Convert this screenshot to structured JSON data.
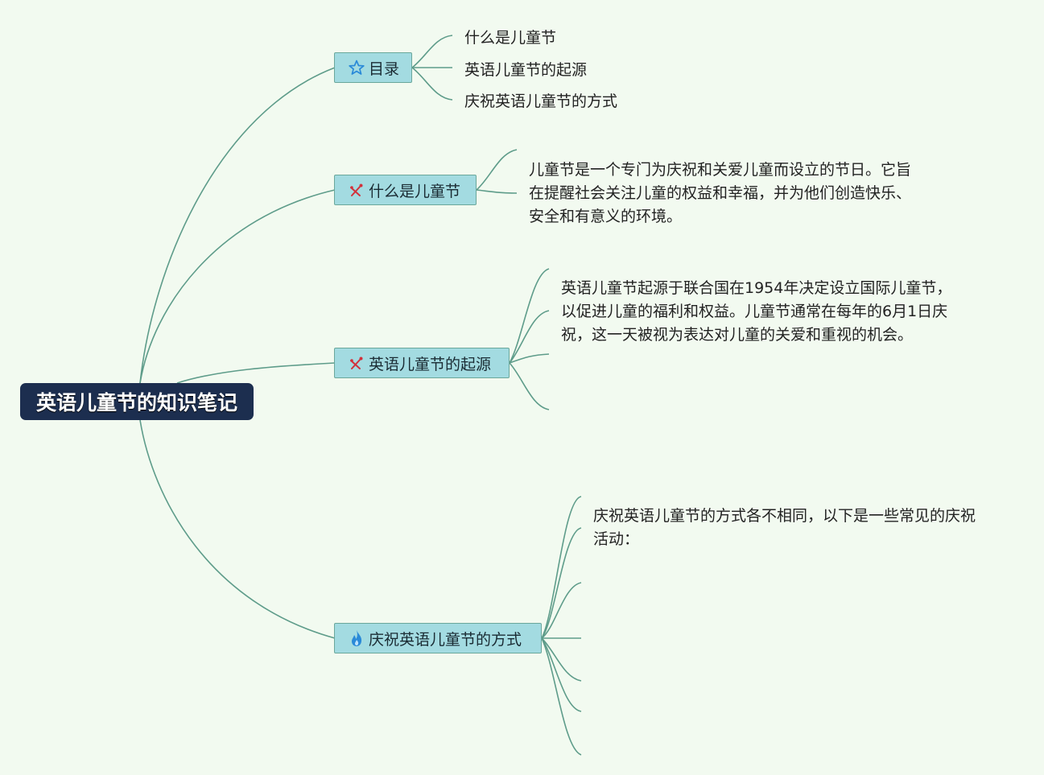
{
  "root": {
    "title": "英语儿童节的知识笔记"
  },
  "topics": [
    {
      "label": "目录",
      "icon": "star-icon"
    },
    {
      "label": "什么是儿童节",
      "icon": "tools-icon"
    },
    {
      "label": "英语儿童节的起源",
      "icon": "tools-icon"
    },
    {
      "label": "庆祝英语儿童节的方式",
      "icon": "flame-icon"
    }
  ],
  "toc": [
    "什么是儿童节",
    "英语儿童节的起源",
    "庆祝英语儿童节的方式"
  ],
  "what": {
    "lines": [
      "儿童节是一个专门为庆祝和关爱儿童而设立的节日。它旨",
      "在提醒社会关注儿童的权益和幸福，并为他们创造快乐、",
      "安全和有意义的环境。"
    ]
  },
  "origin": {
    "lines": [
      "英语儿童节起源于联合国在1954年决定设立国际儿童节，",
      "以促进儿童的福利和权益。儿童节通常在每年的6月1日庆",
      "祝，这一天被视为表达对儿童的关爱和重视的机会。"
    ]
  },
  "celebrate": {
    "lines": [
      "庆祝英语儿童节的方式各不相同，以下是一些常见的庆祝",
      "活动："
    ]
  },
  "colors": {
    "background": "#f2faf0",
    "root_fill": "#1c2e4f",
    "topic_fill": "#a3dbe1",
    "line": "#5e9c8a",
    "star": "#2a8ad8",
    "flame": "#2a8ad8",
    "tools": "#d2313b"
  }
}
